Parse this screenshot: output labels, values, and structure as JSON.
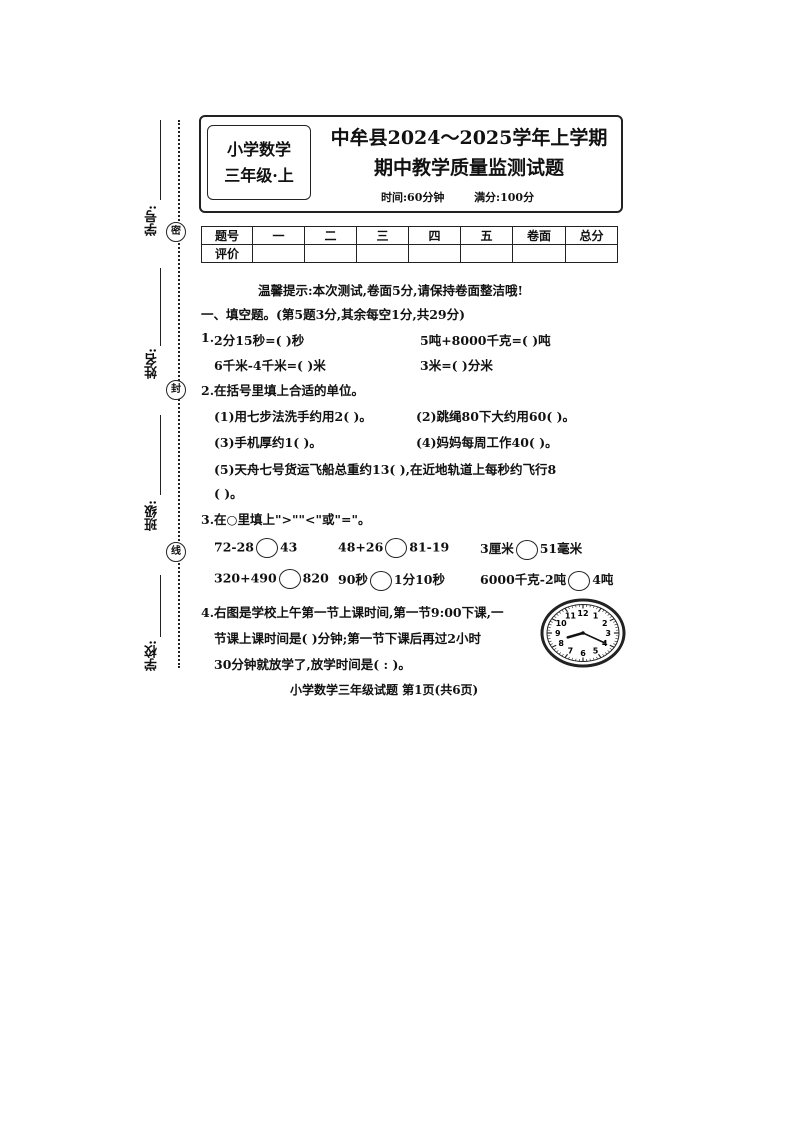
{
  "side": {
    "xuehao": "学号:",
    "xingming": "姓名:",
    "banji": "班级:",
    "xuexiao": "学校:",
    "seal_mi": "密",
    "seal_feng": "封",
    "seal_xian": "线"
  },
  "header": {
    "subject_line1": "小学数学",
    "subject_line2": "三年级·上",
    "title_line1": "中牟县2024～2025学年上学期",
    "title_line2": "期中教学质量监测试题",
    "time": "时间:60分钟",
    "score": "满分:100分"
  },
  "score_table": {
    "row1": [
      "题号",
      "一",
      "二",
      "三",
      "四",
      "五",
      "卷面",
      "总分"
    ],
    "row2_label": "评价"
  },
  "tip": "温馨提示:本次测试,卷面5分,请保持卷面整洁哦!",
  "section1": {
    "heading": "一、填空题。(第5题3分,其余每空1分,共29分)",
    "q1_label": "1.",
    "q1_a": "2分15秒=(     )秒",
    "q1_b": "5吨+8000千克=(     )吨",
    "q1_c": "6千米-4千米=(     )米",
    "q1_d": "3米=(     )分米",
    "q2": "2.在括号里填上合适的单位。",
    "q2_1": "(1)用七步法洗手约用2(     )。",
    "q2_2": "(2)跳绳80下大约用60(     )。",
    "q2_3": "(3)手机厚约1(     )。",
    "q2_4": "(4)妈妈每周工作40(     )。",
    "q2_5a": "(5)天舟七号货运飞船总重约13(     ),在近地轨道上每秒约飞行8",
    "q2_5b": "(     )。",
    "q3": "3.在○里填上\">\"\"<\"或\"=\"。",
    "q3_items": [
      {
        "left": "72-28",
        "right": "43"
      },
      {
        "left": "48+26",
        "right": "81-19"
      },
      {
        "left": "3厘米",
        "right": "51毫米"
      },
      {
        "left": "320+490",
        "right": "820"
      },
      {
        "left": "90秒",
        "right": "1分10秒"
      },
      {
        "left": "6000千克-2吨",
        "right": "4吨"
      }
    ],
    "q4_line1": "4.右图是学校上午第一节上课时间,第一节9:00下课,一",
    "q4_line2": "节课上课时间是(     )分钟;第一节下课后再过2小时",
    "q4_line3": "30分钟就放学了,放学时间是(   :   )。"
  },
  "clock": {
    "numbers": [
      "12",
      "1",
      "2",
      "3",
      "4",
      "5",
      "6",
      "7",
      "8",
      "9",
      "10",
      "11"
    ],
    "hour": 8,
    "minute": 20
  },
  "footer": "小学数学三年级试题   第1页(共6页)"
}
